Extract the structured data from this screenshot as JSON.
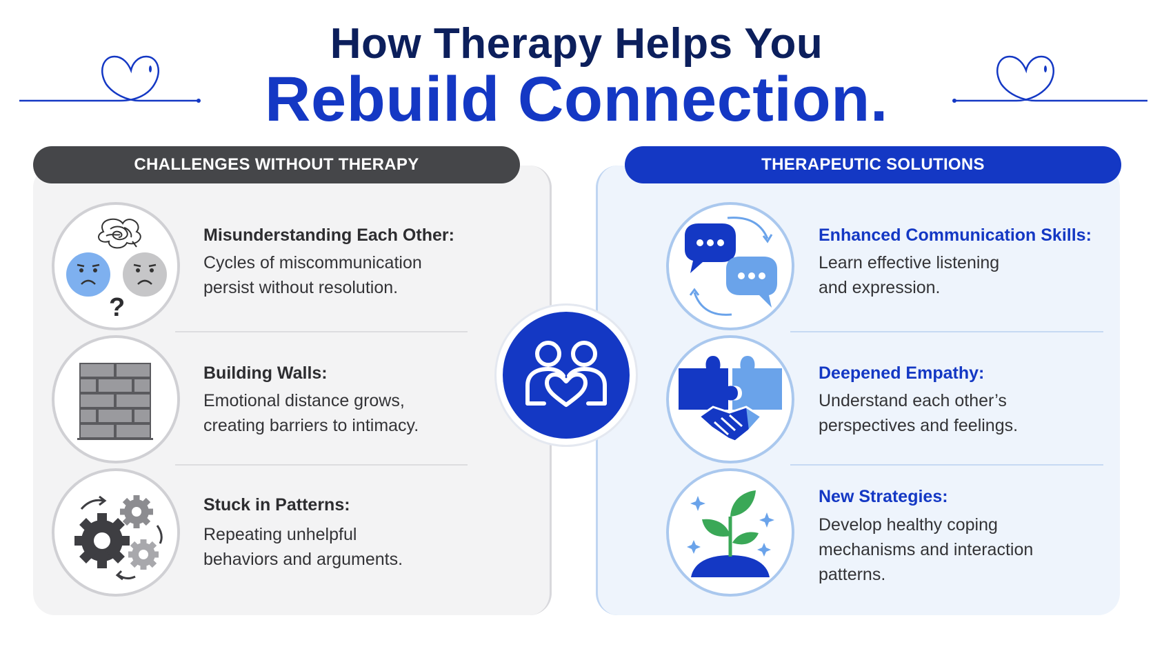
{
  "header": {
    "title_line1": "How Therapy Helps You",
    "title_line2": "Rebuild Connection."
  },
  "colors": {
    "navy": "#0c1f5c",
    "brand_blue": "#1438c4",
    "dark_gray": "#454649",
    "light_blue_panel": "#eef4fc",
    "light_gray_panel": "#f3f3f4",
    "plant_green": "#3aa857"
  },
  "left": {
    "header": "CHALLENGES WITHOUT THERAPY",
    "items": [
      {
        "icon": "confused-faces-icon",
        "title": "Misunderstanding Each Other:",
        "desc_1": "Cycles of miscommunication",
        "desc_2": "persist without resolution."
      },
      {
        "icon": "brick-wall-icon",
        "title": "Building Walls:",
        "desc_1": "Emotional distance grows,",
        "desc_2": "creating barriers to intimacy."
      },
      {
        "icon": "gears-icon",
        "title": "Stuck in Patterns:",
        "desc_1": "Repeating unhelpful",
        "desc_2": "behaviors and arguments."
      }
    ]
  },
  "right": {
    "header": "THERAPEUTIC SOLUTIONS",
    "items": [
      {
        "icon": "chat-bubbles-icon",
        "title": "Enhanced Communication Skills:",
        "desc_1": "Learn effective listening",
        "desc_2": "and expression."
      },
      {
        "icon": "puzzle-handshake-icon",
        "title": "Deepened Empathy:",
        "desc_1": "Understand each other’s",
        "desc_2": "perspectives and feelings."
      },
      {
        "icon": "sprout-icon",
        "title": "New Strategies:",
        "desc_1": "Develop healthy coping",
        "desc_2": "mechanisms and interaction",
        "desc_3": "patterns."
      }
    ]
  },
  "center": {
    "icon": "couple-heart-icon"
  }
}
